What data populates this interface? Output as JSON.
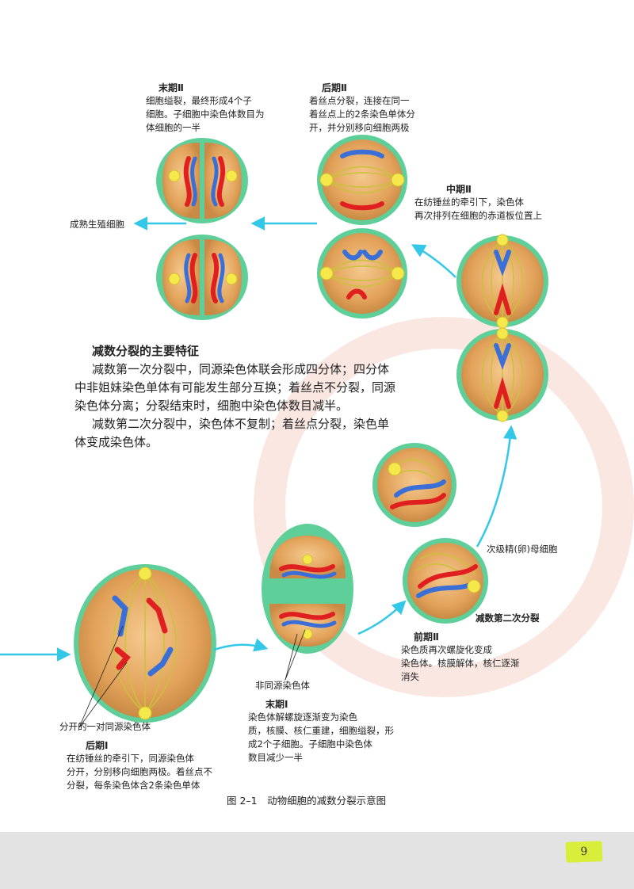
{
  "telophase2": {
    "title": "末期Ⅱ",
    "body": "细胞缢裂，最终形成4个子\n细胞。子细胞中染色体数目为\n体细胞的一半"
  },
  "anaphase2": {
    "title": "后期Ⅱ",
    "body": "着丝点分裂，连接在同一\n着丝点上的2条染色单体分\n开，并分别移向细胞两极"
  },
  "metaphase2": {
    "title": "中期Ⅱ",
    "body": "在纺锤丝的牵引下，染色体\n再次排列在细胞的赤道板位置上"
  },
  "mature_label": "成熟生殖细胞",
  "features": {
    "title": "减数分裂的主要特征",
    "para1": "减数第一次分裂中，同源染色体联会形成四分体；四分体\n中非姐妹染色单体有可能发生部分互换；着丝点不分裂，同源\n染色体分离；分裂结束时，细胞中染色体数目减半。",
    "para2": "减数第二次分裂中，染色体不复制；着丝点分裂，染色单\n体变成染色体。"
  },
  "secondary_label": "次级精(卵)母细胞",
  "meiosis2_label": "减数第二次分裂",
  "prophase2": {
    "title": "前期Ⅱ",
    "body": "染色质再次螺旋化变成\n染色体。核膜解体，核仁逐渐\n消失"
  },
  "nonhomologous_label": "非同源染色体",
  "telophase1": {
    "title": "末期Ⅰ",
    "body": "染色体解螺旋逐渐变为染色\n质，核膜、核仁重建，细胞缢裂，形\n成2个子细胞。子细胞中染色体\n数目减少一半"
  },
  "separated_label": "分开的一对同源染色体",
  "anaphase1": {
    "title": "后期Ⅰ",
    "body": "在纺锤丝的牵引下，同源染色体\n分开，分别移向细胞两极。着丝点不\n分裂，每条染色体含2条染色单体"
  },
  "figure_caption": "图 2–1　动物细胞的减数分裂示意图",
  "page_number": "9",
  "colors": {
    "arrow": "#33c8e8",
    "cytoplasm": "#e6a85a",
    "membrane": "#5fcf9a",
    "red_chromosome": "#e02020",
    "blue_chromosome": "#3a6fd8",
    "spindle": "#c9c23a",
    "centriole": "#f5e84a",
    "page_tab": "#d8ee3a"
  }
}
